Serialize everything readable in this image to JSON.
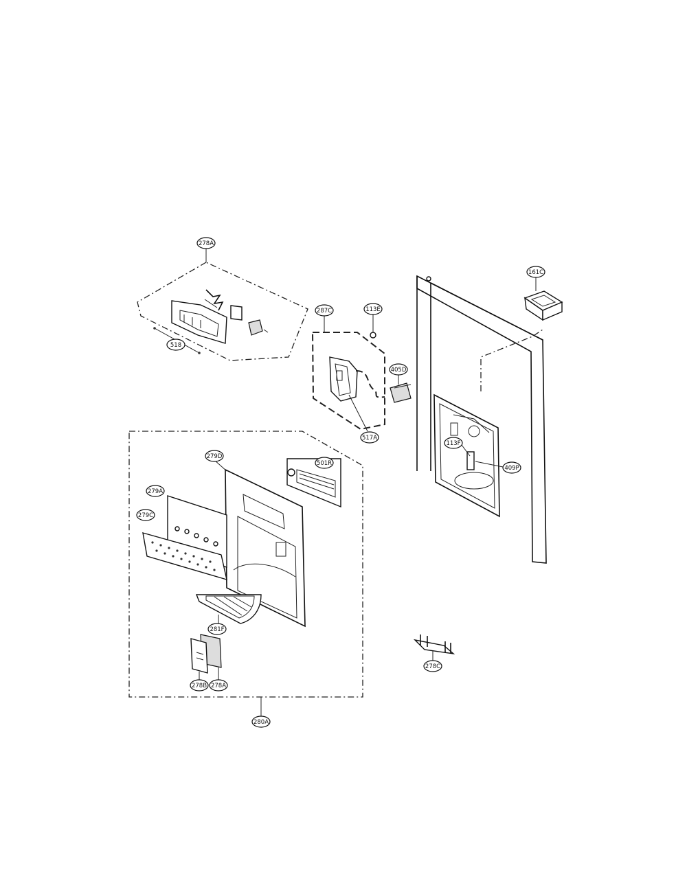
{
  "labels": {
    "p278A": "278A",
    "p518": "518",
    "p287C": "287C",
    "p113E": "113E",
    "p405D": "405D",
    "p517A": "517A",
    "p161C": "161C",
    "p113F": "113F",
    "p409P": "409P",
    "p279D": "279D",
    "p501R": "501R",
    "p279A": "279A",
    "p279C": "279C",
    "p281F": "281F",
    "p278B": "278B",
    "p278A2": "278A",
    "p278C": "278C",
    "p280A": "280A"
  }
}
